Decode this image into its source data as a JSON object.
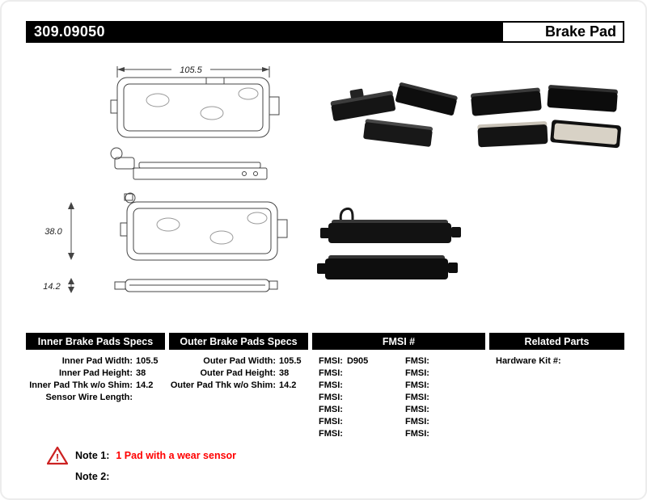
{
  "colors": {
    "header_bg": "#000000",
    "note_red": "#ff0000",
    "warning_red": "#cc2222"
  },
  "header": {
    "part_number": "309.09050",
    "product_type": "Brake Pad"
  },
  "diagram": {
    "dim_width": "105.5",
    "dim_height": "38.0",
    "dim_thickness": "14.2"
  },
  "specs": {
    "inner": {
      "header": "Inner Brake Pads Specs",
      "rows": [
        {
          "label": "Inner Pad Width:",
          "value": "105.5"
        },
        {
          "label": "Inner Pad Height:",
          "value": "38"
        },
        {
          "label": "Inner Pad Thk w/o Shim:",
          "value": "14.2"
        },
        {
          "label": "Sensor Wire Length:",
          "value": ""
        }
      ]
    },
    "outer": {
      "header": "Outer Brake Pads Specs",
      "rows": [
        {
          "label": "Outer Pad Width:",
          "value": "105.5"
        },
        {
          "label": "Outer Pad Height:",
          "value": "38"
        },
        {
          "label": "Outer Pad Thk w/o Shim:",
          "value": "14.2"
        }
      ]
    },
    "fmsi": {
      "header": "FMSI #",
      "rows": [
        {
          "l_label": "FMSI:",
          "l_value": "D905",
          "r_label": "FMSI:",
          "r_value": ""
        },
        {
          "l_label": "FMSI:",
          "l_value": "",
          "r_label": "FMSI:",
          "r_value": ""
        },
        {
          "l_label": "FMSI:",
          "l_value": "",
          "r_label": "FMSI:",
          "r_value": ""
        },
        {
          "l_label": "FMSI:",
          "l_value": "",
          "r_label": "FMSI:",
          "r_value": ""
        },
        {
          "l_label": "FMSI:",
          "l_value": "",
          "r_label": "FMSI:",
          "r_value": ""
        },
        {
          "l_label": "FMSI:",
          "l_value": "",
          "r_label": "FMSI:",
          "r_value": ""
        },
        {
          "l_label": "FMSI:",
          "l_value": "",
          "r_label": "FMSI:",
          "r_value": ""
        }
      ]
    },
    "related": {
      "header": "Related Parts",
      "rows": [
        {
          "label": "Hardware Kit #:",
          "value": ""
        }
      ]
    }
  },
  "notes": {
    "warning_icon": "warning-triangle",
    "note1_label": "Note 1:",
    "note1_text": "1 Pad with a wear sensor",
    "note2_label": "Note 2:",
    "note2_text": ""
  }
}
